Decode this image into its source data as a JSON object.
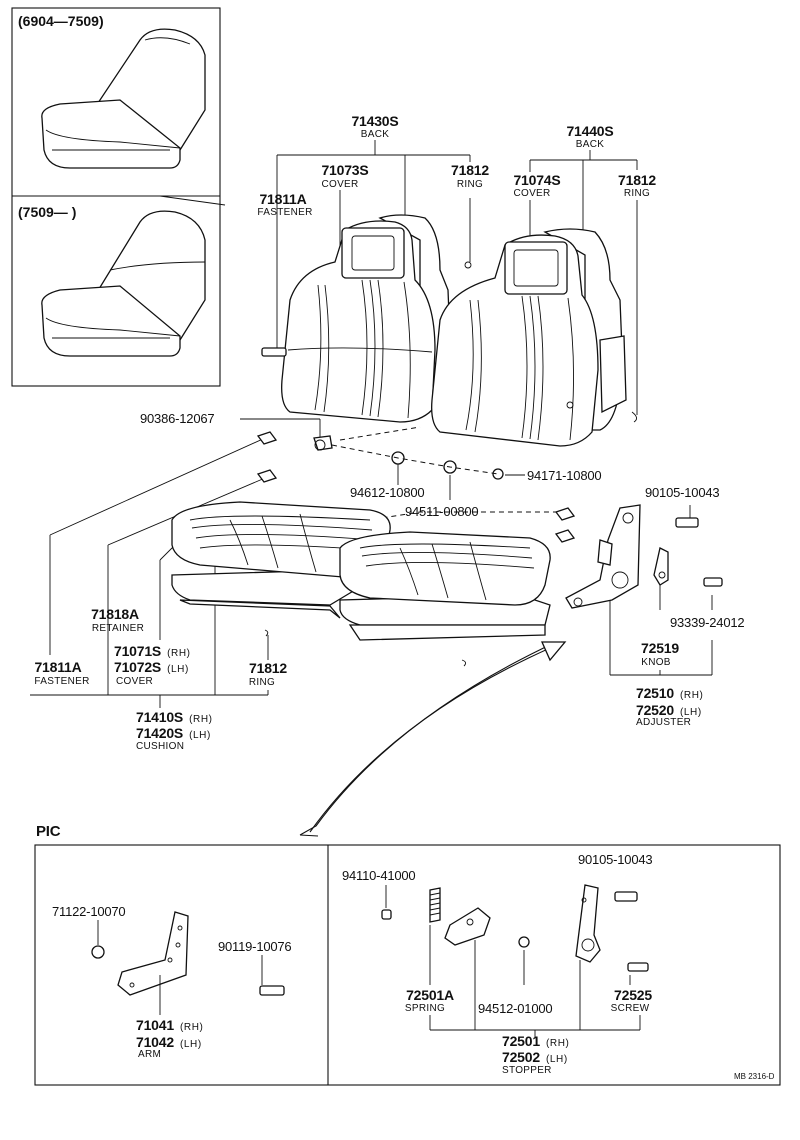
{
  "inset": {
    "top_label": "(6904—7509)",
    "bottom_label": "(7509—      )"
  },
  "back_rh": {
    "number": "71430S",
    "name": "BACK"
  },
  "back_lh": {
    "number": "71440S",
    "name": "BACK"
  },
  "cover_rh_back": {
    "number": "71073S",
    "name": "COVER"
  },
  "cover_lh_back": {
    "number": "71074S",
    "name": "COVER"
  },
  "ring_back_rh": {
    "number": "71812",
    "name": "RING"
  },
  "ring_back_lh": {
    "number": "71812",
    "name": "RING"
  },
  "fastener_back": {
    "number": "71811A",
    "name": "FASTENER"
  },
  "codes": {
    "c9038612067": "90386-12067",
    "c9461210800": "94612-10800",
    "c9451100800": "94511-00800",
    "c9417110800": "94171-10800",
    "c9010510043": "90105-10043",
    "c9333924012": "93339-24012",
    "c7112210070": "71122-10070",
    "c9011910076": "90119-10076",
    "c9411041000": "94110-41000",
    "c9010510043b": "90105-10043",
    "c9451201000": "94512-01000"
  },
  "retainer": {
    "number": "71818A",
    "name": "RETAINER"
  },
  "cover_cushion": {
    "rh": "71071S",
    "lh": "71072S",
    "name": "COVER",
    "rh_tag": "(RH)",
    "lh_tag": "(LH)"
  },
  "fastener_cushion": {
    "number": "71811A",
    "name": "FASTENER"
  },
  "ring_cushion": {
    "number": "71812",
    "name": "RING"
  },
  "cushion": {
    "rh": "71410S",
    "lh": "71420S",
    "name": "CUSHION",
    "rh_tag": "(RH)",
    "lh_tag": "(LH)"
  },
  "knob": {
    "number": "72519",
    "name": "KNOB"
  },
  "adjuster": {
    "rh": "72510",
    "lh": "72520",
    "name": "ADJUSTER",
    "rh_tag": "(RH)",
    "lh_tag": "(LH)"
  },
  "pic": {
    "label": "PIC"
  },
  "arm": {
    "rh": "71041",
    "lh": "71042",
    "name": "ARM",
    "rh_tag": "(RH)",
    "lh_tag": "(LH)"
  },
  "spring": {
    "number": "72501A",
    "name": "SPRING"
  },
  "screw": {
    "number": "72525",
    "name": "SCREW"
  },
  "stopper": {
    "rh": "72501",
    "lh": "72502",
    "name": "STOPPER",
    "rh_tag": "(RH)",
    "lh_tag": "(LH)"
  },
  "drawing_id": "MB 2316-D"
}
